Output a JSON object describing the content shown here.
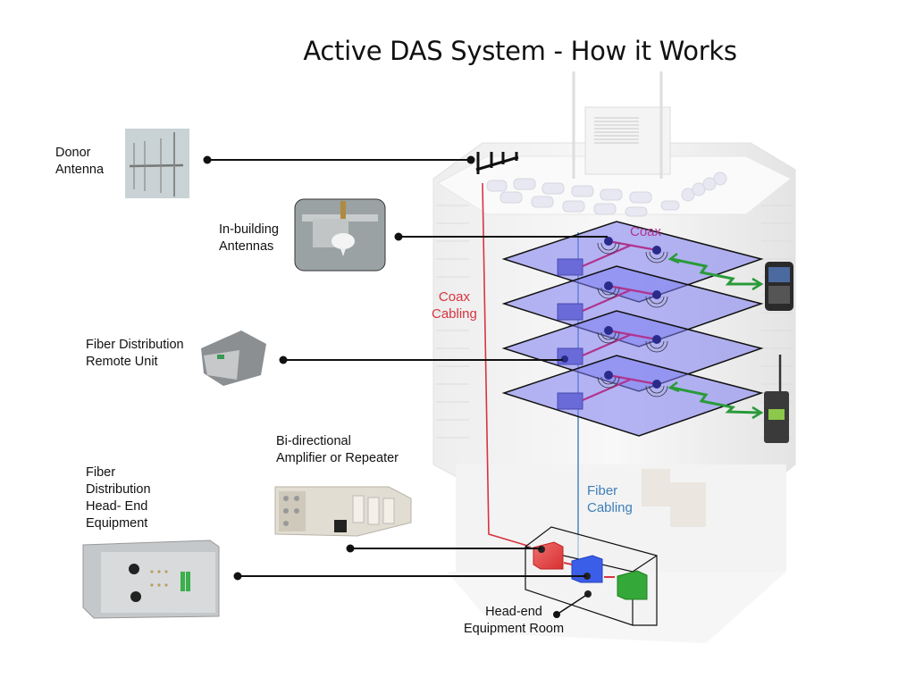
{
  "title": "Active DAS System - How it Works",
  "components": [
    {
      "id": "donor-antenna",
      "label": "Donor\nAntenna"
    },
    {
      "id": "in-building-antennas",
      "label": "In-building\nAntennas"
    },
    {
      "id": "fiber-remote-unit",
      "label": "Fiber Distribution\nRemote Unit"
    },
    {
      "id": "amplifier-repeater",
      "label": "Bi-directional\nAmplifier or Repeater"
    },
    {
      "id": "head-end-equipment",
      "label": "Fiber\nDistribution\nHead- End\nEquipment"
    }
  ],
  "building_labels": {
    "coax_top": "Coax",
    "coax_cabling": "Coax\nCabling",
    "fiber_cabling": "Fiber\nCabling",
    "head_end_room": "Head-end\nEquipment Room"
  },
  "devices": [
    "smartphone",
    "two-way-radio"
  ],
  "colors": {
    "coax": "#d8343f",
    "fiber": "#3d7fb8",
    "floor_plane": "#7b7bf0",
    "signal_arrow": "#2a9a3a",
    "amplifier_box": "#e84848",
    "fiber_box": "#3a5ee8",
    "green_box": "#34a838"
  }
}
